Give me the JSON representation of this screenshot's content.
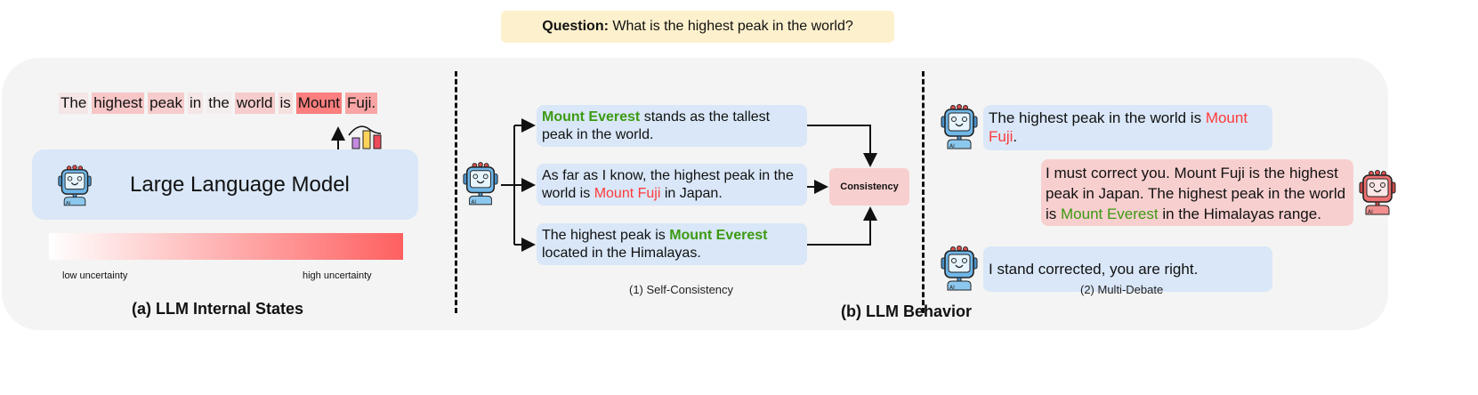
{
  "question": {
    "label": "Question:",
    "text": " What is the highest peak in the world?"
  },
  "internal": {
    "tokens": [
      {
        "text": "The",
        "uncertainty": 0.1
      },
      {
        "text": "highest",
        "uncertainty": 0.35
      },
      {
        "text": "peak",
        "uncertainty": 0.3
      },
      {
        "text": "in",
        "uncertainty": 0.1
      },
      {
        "text": "the",
        "uncertainty": 0.05
      },
      {
        "text": "world",
        "uncertainty": 0.3
      },
      {
        "text": "is",
        "uncertainty": 0.15
      },
      {
        "text": "Mount",
        "uncertainty": 0.9
      },
      {
        "text": "Fuji.",
        "uncertainty": 0.6
      }
    ],
    "model_label": "Large Language Model",
    "low_label": "low uncertainty",
    "high_label": "high uncertainty",
    "caption": "(a) LLM Internal States"
  },
  "behavior": {
    "caption": "(b) LLM Behavior",
    "self_consistency": {
      "caption": "(1) Self-Consistency",
      "r1": {
        "a": "Mount Everest",
        "b": " stands as the tallest peak in the world."
      },
      "r2": {
        "a": "As far as I know, the highest peak in the world is ",
        "b": "Mount Fuji",
        "c": " in Japan."
      },
      "r3": {
        "a": "The highest peak is ",
        "b": "Mount Everest",
        "c": " located in the Himalayas."
      },
      "consistency": "Consistency"
    },
    "multi_debate": {
      "caption": "(2) Multi-Debate",
      "m1": {
        "a": "The highest peak in the world is ",
        "b": "Mount Fuji",
        "c": "."
      },
      "m2": {
        "a": "I must correct you. Mount Fuji is the highest peak in Japan. The highest peak in the world is ",
        "b": "Mount Everest",
        "c": " in the Himalayas range."
      },
      "m3": "I stand corrected, you are right."
    }
  },
  "colors": {
    "blue": "#d9e7f8",
    "pink": "#f8cfcf",
    "green": "#3c9a12",
    "red": "#ff3b3b",
    "question": "#fdf0cc"
  }
}
